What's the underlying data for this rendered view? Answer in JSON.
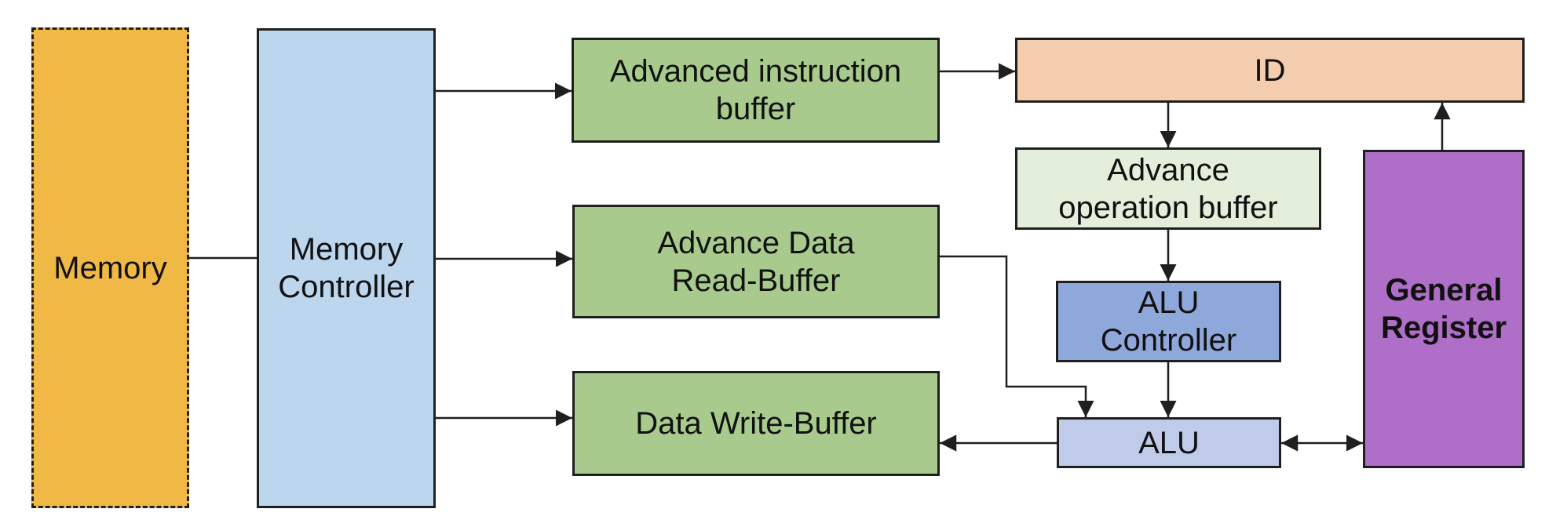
{
  "diagram": {
    "description": "Block diagram of a memory / CPU datapath pipeline",
    "stroke_color": "#1f1f1f",
    "background_color": "#ffffff",
    "nodes": {
      "memory": {
        "label": "Memory",
        "fill": "#F0B845",
        "border": "dashed"
      },
      "memory_controller": {
        "label": "Memory\nController",
        "fill": "#BCD6EE",
        "border": "solid"
      },
      "advanced_instruction_buffer": {
        "label": "Advanced instruction\nbuffer",
        "fill": "#A8CB8D",
        "border": "solid"
      },
      "advance_data_read_buffer": {
        "label": "Advance Data\nRead-Buffer",
        "fill": "#A8CB8D",
        "border": "solid"
      },
      "data_write_buffer": {
        "label": "Data Write-Buffer",
        "fill": "#A8CB8D",
        "border": "solid"
      },
      "id": {
        "label": "ID",
        "fill": "#F4CDAF",
        "border": "solid"
      },
      "advance_operation_buffer": {
        "label": "Advance\noperation buffer",
        "fill": "#E4EFDB",
        "border": "solid"
      },
      "alu_controller": {
        "label": "ALU\nController",
        "fill": "#8FA8DC",
        "border": "solid"
      },
      "alu": {
        "label": "ALU",
        "fill": "#BFCBE9",
        "border": "solid"
      },
      "general_register": {
        "label": "General\nRegister",
        "fill": "#AF6EC7",
        "border": "solid",
        "bold": true
      }
    },
    "connections": [
      {
        "from": "memory",
        "to": "memory_controller",
        "type": "plain-line"
      },
      {
        "from": "memory_controller",
        "to": "advanced_instruction_buffer",
        "type": "arrow"
      },
      {
        "from": "memory_controller",
        "to": "advance_data_read_buffer",
        "type": "arrow"
      },
      {
        "from": "memory_controller",
        "to": "data_write_buffer",
        "type": "arrow"
      },
      {
        "from": "advanced_instruction_buffer",
        "to": "id",
        "type": "arrow"
      },
      {
        "from": "id",
        "to": "advance_operation_buffer",
        "type": "arrow"
      },
      {
        "from": "advance_operation_buffer",
        "to": "alu_controller",
        "type": "arrow"
      },
      {
        "from": "alu_controller",
        "to": "alu",
        "type": "arrow"
      },
      {
        "from": "advance_data_read_buffer",
        "to": "alu",
        "type": "arrow-bent"
      },
      {
        "from": "alu",
        "to": "data_write_buffer",
        "type": "arrow"
      },
      {
        "from": "alu",
        "to": "general_register",
        "type": "double-arrow"
      },
      {
        "from": "general_register",
        "to": "id",
        "type": "arrow"
      }
    ]
  }
}
